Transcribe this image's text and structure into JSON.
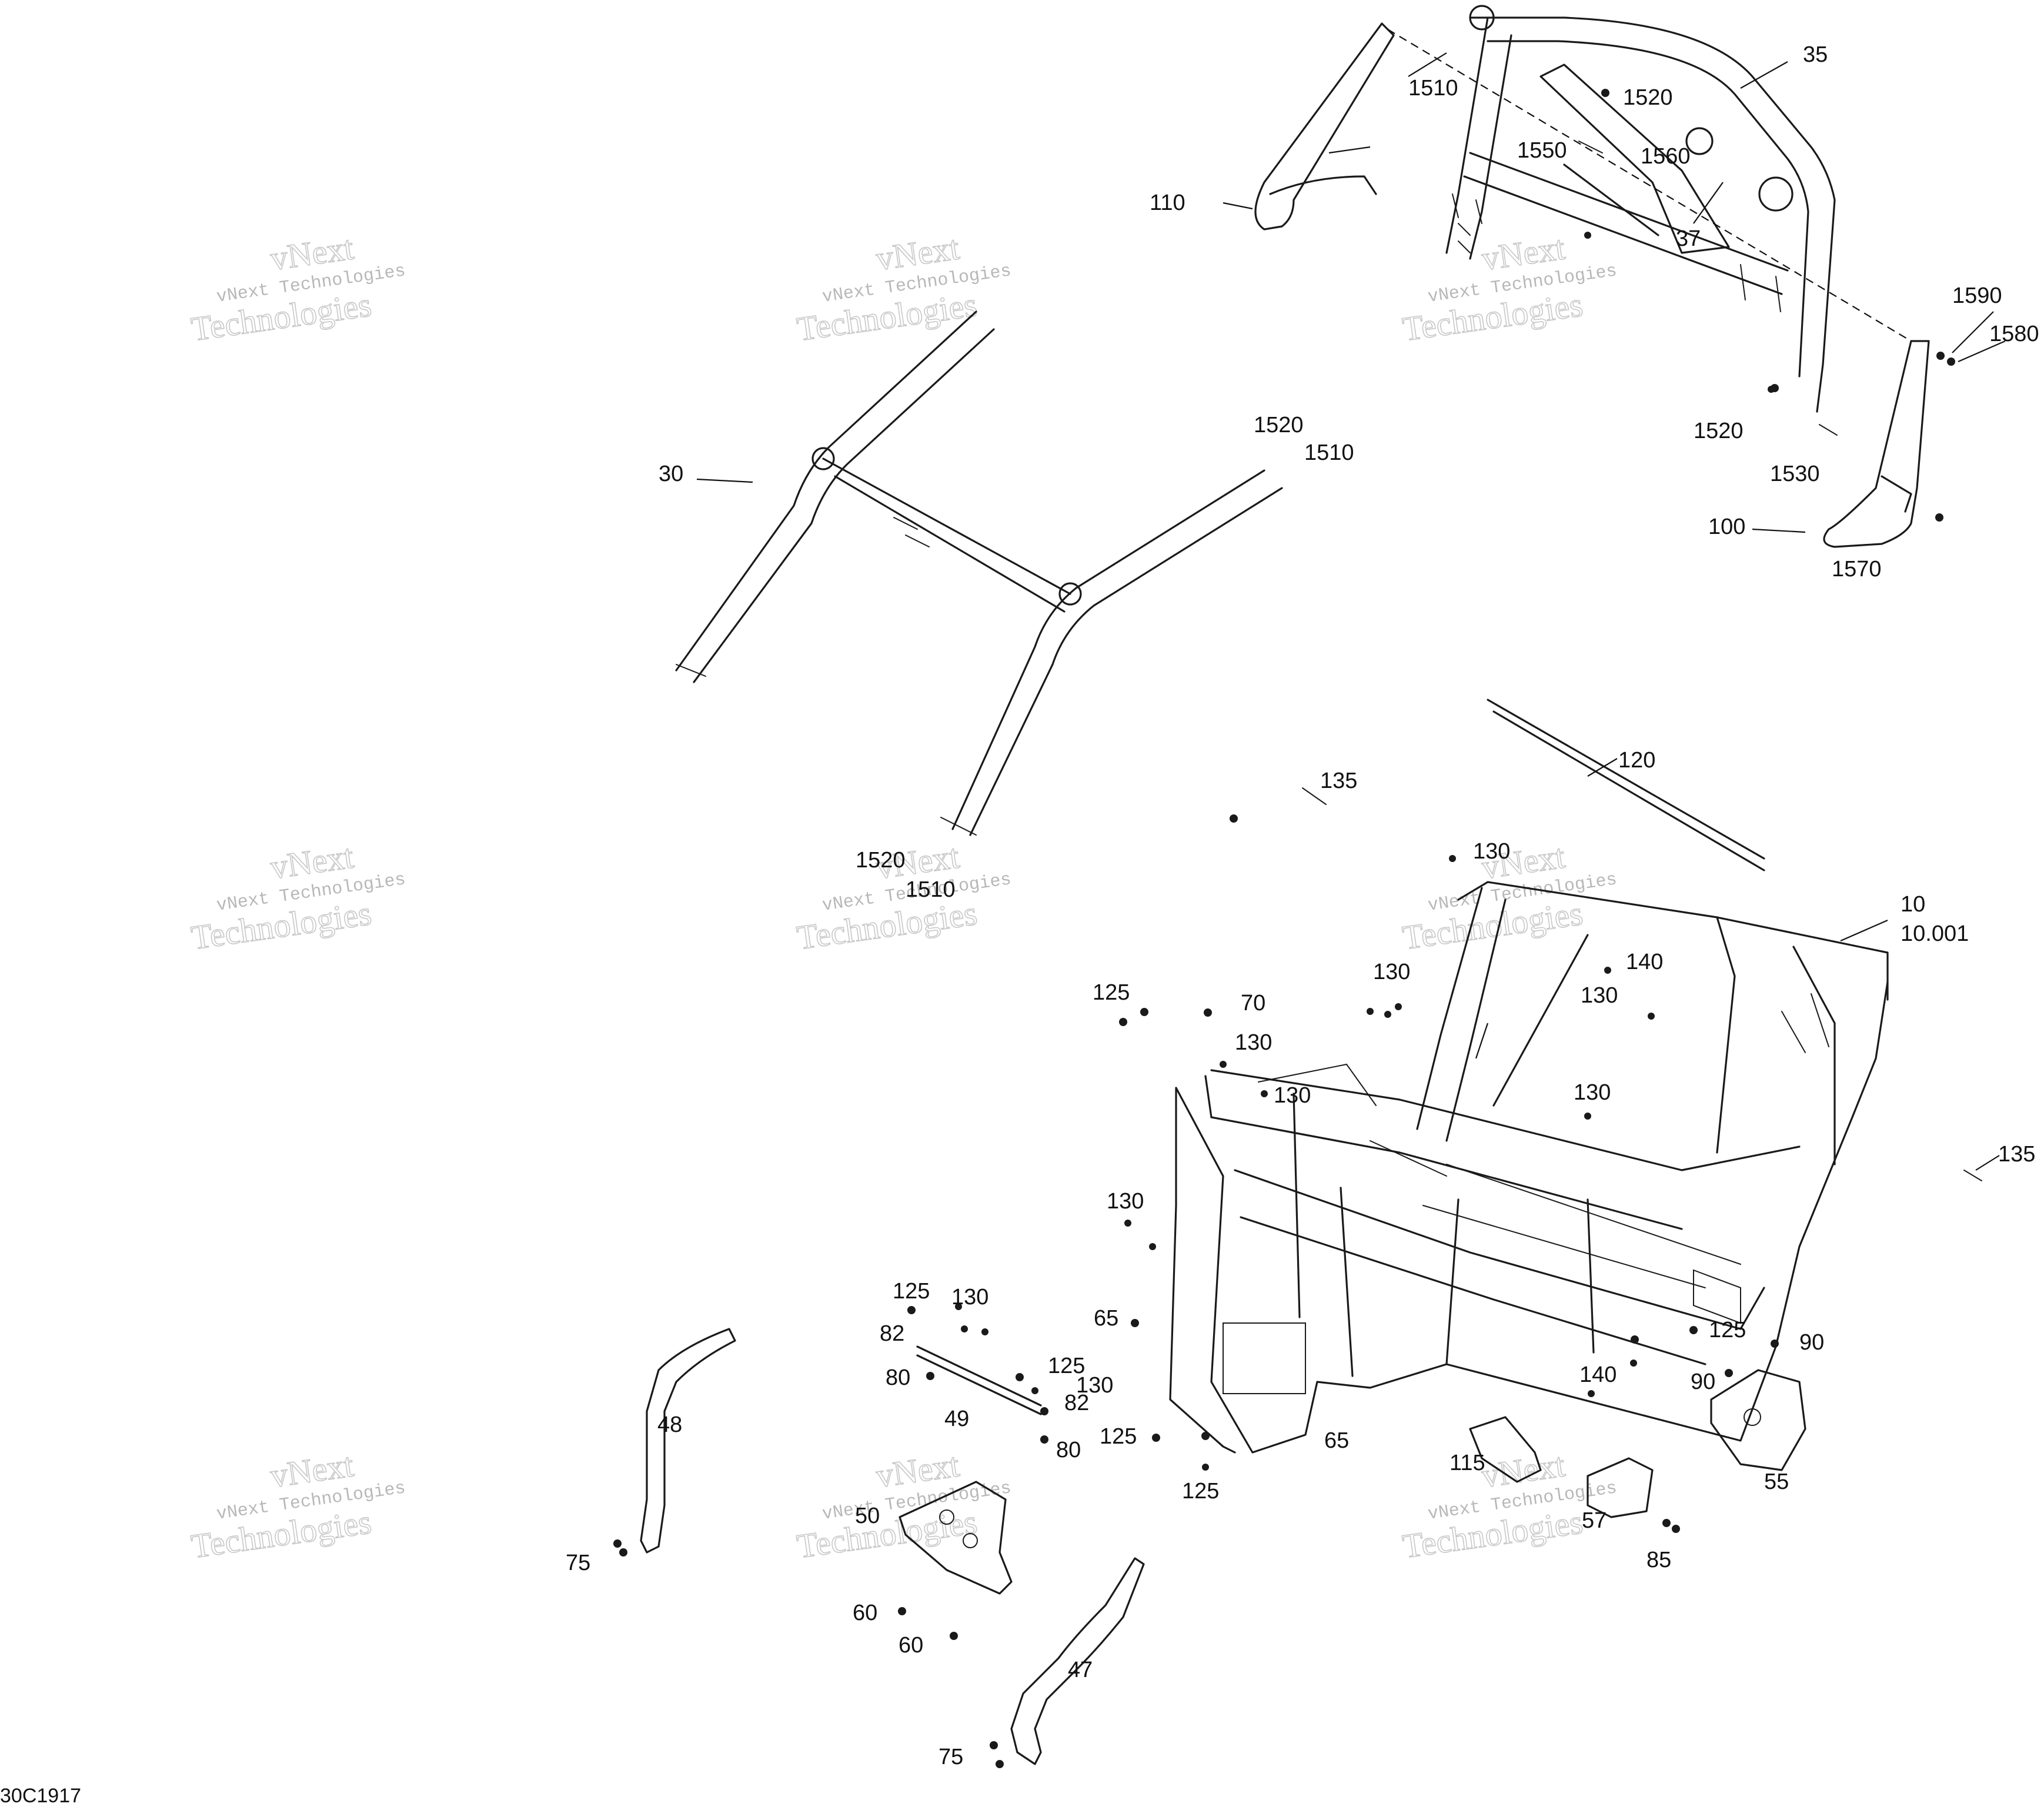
{
  "diagram_code": "30C1917",
  "watermark": {
    "line1": "vNext Technologies",
    "line2": "Technologies",
    "top": "vNext"
  },
  "callouts": [
    {
      "id": "c35",
      "text": "35"
    },
    {
      "id": "c1510a",
      "text": "1510"
    },
    {
      "id": "c1520a",
      "text": "1520"
    },
    {
      "id": "c1550",
      "text": "1550"
    },
    {
      "id": "c1560",
      "text": "1560"
    },
    {
      "id": "c110",
      "text": "110"
    },
    {
      "id": "c37",
      "text": "37"
    },
    {
      "id": "c1590",
      "text": "1590"
    },
    {
      "id": "c1580",
      "text": "1580"
    },
    {
      "id": "c1520b",
      "text": "1520"
    },
    {
      "id": "c1530",
      "text": "1530"
    },
    {
      "id": "c100",
      "text": "100"
    },
    {
      "id": "c1570",
      "text": "1570"
    },
    {
      "id": "c30",
      "text": "30"
    },
    {
      "id": "c1520c",
      "text": "1520"
    },
    {
      "id": "c1510b",
      "text": "1510"
    },
    {
      "id": "c1520d",
      "text": "1520"
    },
    {
      "id": "c1510c",
      "text": "1510"
    },
    {
      "id": "c135a",
      "text": "135"
    },
    {
      "id": "c120",
      "text": "120"
    },
    {
      "id": "c130a",
      "text": "130"
    },
    {
      "id": "c10",
      "text": "10"
    },
    {
      "id": "c10001",
      "text": "10.001"
    },
    {
      "id": "c130b",
      "text": "130"
    },
    {
      "id": "c140a",
      "text": "140"
    },
    {
      "id": "c130c",
      "text": "130"
    },
    {
      "id": "c125a",
      "text": "125"
    },
    {
      "id": "c70",
      "text": "70"
    },
    {
      "id": "c130d",
      "text": "130"
    },
    {
      "id": "c130e",
      "text": "130"
    },
    {
      "id": "c130f",
      "text": "130"
    },
    {
      "id": "c135b",
      "text": "135"
    },
    {
      "id": "c130g",
      "text": "130"
    },
    {
      "id": "c125b",
      "text": "125"
    },
    {
      "id": "c130h",
      "text": "130"
    },
    {
      "id": "c82a",
      "text": "82"
    },
    {
      "id": "c65a",
      "text": "65"
    },
    {
      "id": "c125c",
      "text": "125"
    },
    {
      "id": "c90a",
      "text": "90"
    },
    {
      "id": "c80a",
      "text": "80"
    },
    {
      "id": "c125d",
      "text": "125"
    },
    {
      "id": "c130i",
      "text": "130"
    },
    {
      "id": "c82b",
      "text": "82"
    },
    {
      "id": "c49",
      "text": "49"
    },
    {
      "id": "c140b",
      "text": "140"
    },
    {
      "id": "c90b",
      "text": "90"
    },
    {
      "id": "c48",
      "text": "48"
    },
    {
      "id": "c125e",
      "text": "125"
    },
    {
      "id": "c80b",
      "text": "80"
    },
    {
      "id": "c65b",
      "text": "65"
    },
    {
      "id": "c115",
      "text": "115"
    },
    {
      "id": "c55",
      "text": "55"
    },
    {
      "id": "c125f",
      "text": "125"
    },
    {
      "id": "c50",
      "text": "50"
    },
    {
      "id": "c57",
      "text": "57"
    },
    {
      "id": "c85",
      "text": "85"
    },
    {
      "id": "c75a",
      "text": "75"
    },
    {
      "id": "c60a",
      "text": "60"
    },
    {
      "id": "c60b",
      "text": "60"
    },
    {
      "id": "c47",
      "text": "47"
    },
    {
      "id": "c75b",
      "text": "75"
    }
  ]
}
